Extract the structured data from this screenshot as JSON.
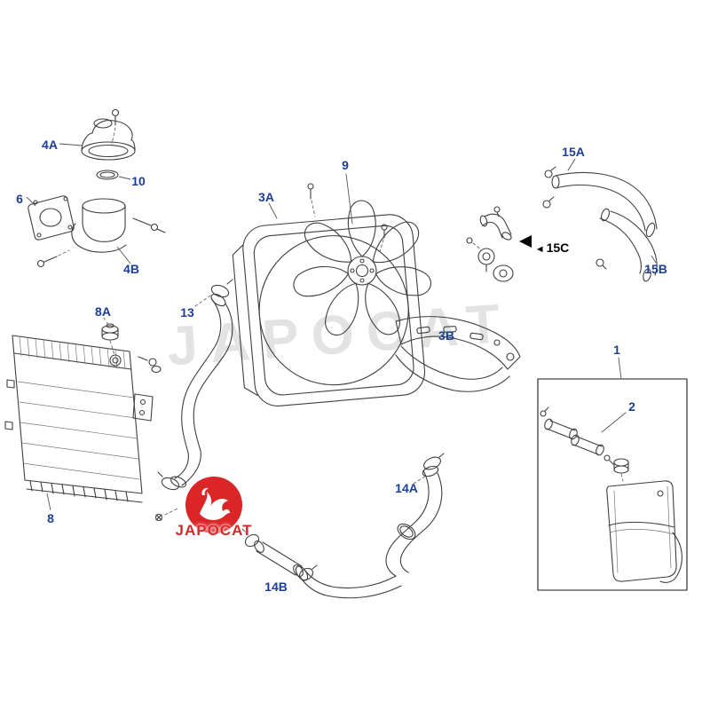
{
  "colors": {
    "label": "#1c3e95",
    "label_dark": "#000000",
    "logo_red": "#da2627",
    "watermark_gray": "#c9c9c9",
    "line": "#3f3f3f"
  },
  "watermark": {
    "text": "JAPOCAT"
  },
  "logo": {
    "text": "JAPOCAT"
  },
  "labels": [
    {
      "id": "4A",
      "text": "4A"
    },
    {
      "id": "10",
      "text": "10"
    },
    {
      "id": "6",
      "text": "6"
    },
    {
      "id": "4B",
      "text": "4B"
    },
    {
      "id": "8A",
      "text": "8A"
    },
    {
      "id": "13",
      "text": "13"
    },
    {
      "id": "3A",
      "text": "3A"
    },
    {
      "id": "9",
      "text": "9"
    },
    {
      "id": "3B",
      "text": "3B"
    },
    {
      "id": "15A",
      "text": "15A"
    },
    {
      "id": "15C",
      "text": "15C",
      "arrow": "◄"
    },
    {
      "id": "15B",
      "text": "15B"
    },
    {
      "id": "1",
      "text": "1"
    },
    {
      "id": "2",
      "text": "2"
    },
    {
      "id": "8",
      "text": "8"
    },
    {
      "id": "14A",
      "text": "14A"
    },
    {
      "id": "14B",
      "text": "14B"
    }
  ]
}
